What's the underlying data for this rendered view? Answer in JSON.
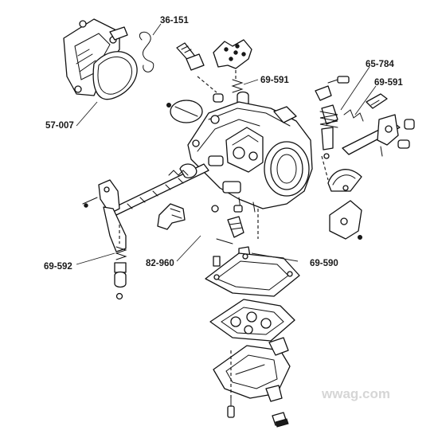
{
  "labels": {
    "l1": "36-151",
    "l2": "69-591",
    "l3": "65-784",
    "l4": "69-591",
    "l5": "57-007",
    "l6": "69-592",
    "l7": "82-960",
    "l8": "69-590"
  },
  "watermark": "wwag.com"
}
